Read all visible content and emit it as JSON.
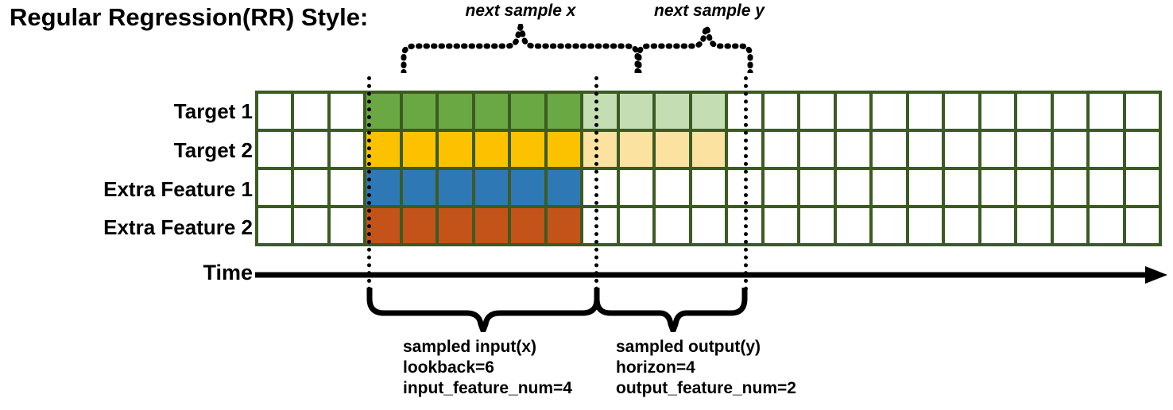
{
  "title": "Regular Regression(RR) Style:",
  "rows": [
    {
      "label": "Target 1"
    },
    {
      "label": "Target 2"
    },
    {
      "label": "Extra Feature 1"
    },
    {
      "label": "Extra Feature 2"
    }
  ],
  "axis": {
    "label": "Time"
  },
  "top_braces": [
    {
      "caption": "next sample x"
    },
    {
      "caption": "next sample y"
    }
  ],
  "bottom_braces": [
    {
      "title": "sampled input(x)",
      "line2": "lookback=6",
      "line3": "input_feature_num=4",
      "text": "sampled input(x)\nlookback=6\ninput_feature_num=4"
    },
    {
      "title": "sampled output(y)",
      "line2": "horizon=4",
      "line3": "output_feature_num=2",
      "text": "sampled output(y)\nhorizon=4\noutput_feature_num=2"
    }
  ],
  "grid": {
    "columns": 25,
    "rows": 4,
    "lookback_start_col": 3,
    "lookback_len": 6,
    "horizon_len": 4,
    "line_color": "#3c5b22",
    "cells": [
      [
        "w",
        "w",
        "w",
        "g",
        "g",
        "g",
        "g",
        "g",
        "g",
        "gl",
        "gl",
        "gl",
        "gl",
        "w",
        "w",
        "w",
        "w",
        "w",
        "w",
        "w",
        "w",
        "w",
        "w",
        "w",
        "w"
      ],
      [
        "w",
        "w",
        "w",
        "y",
        "y",
        "y",
        "y",
        "y",
        "y",
        "yl",
        "yl",
        "yl",
        "yl",
        "w",
        "w",
        "w",
        "w",
        "w",
        "w",
        "w",
        "w",
        "w",
        "w",
        "w",
        "w"
      ],
      [
        "w",
        "w",
        "w",
        "b",
        "b",
        "b",
        "b",
        "b",
        "b",
        "w",
        "w",
        "w",
        "w",
        "w",
        "w",
        "w",
        "w",
        "w",
        "w",
        "w",
        "w",
        "w",
        "w",
        "w",
        "w"
      ],
      [
        "w",
        "w",
        "w",
        "o",
        "o",
        "o",
        "o",
        "o",
        "o",
        "w",
        "w",
        "w",
        "w",
        "w",
        "w",
        "w",
        "w",
        "w",
        "w",
        "w",
        "w",
        "w",
        "w",
        "w",
        "w"
      ]
    ]
  },
  "colors": {
    "green": "#6aa844",
    "green_light": "#c5ddb3",
    "yellow": "#fcc200",
    "yellow_light": "#fbe2a0",
    "blue": "#2e79b5",
    "orange": "#c4531a",
    "grid_line": "#3c5b22",
    "ink": "#000000"
  }
}
